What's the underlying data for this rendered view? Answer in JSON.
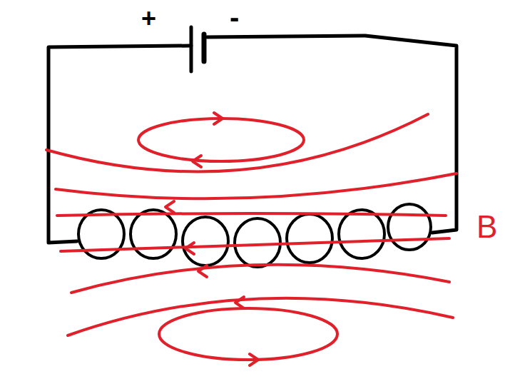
{
  "diagram": {
    "labels": [
      "+",
      "-",
      "B"
    ]
  }
}
